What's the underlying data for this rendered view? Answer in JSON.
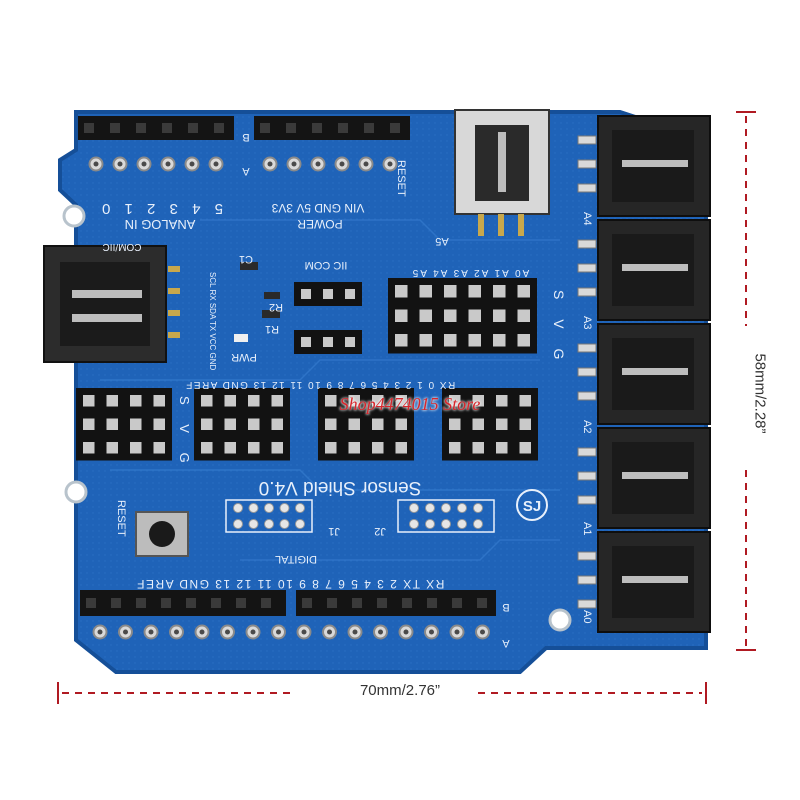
{
  "product": {
    "board_title": "Sensor Shield V4.0",
    "logo_text": "SJ"
  },
  "board_labels": {
    "analog_in": "ANALOG IN",
    "analog_nums": "5 4 3 2 1 0",
    "power": "POWER",
    "power_pins": "VIN GND 5V 3V3",
    "reset_top": "RESET",
    "com_iic": "COM/IIC",
    "iic_com": "IIC COM",
    "iic_pins": "SCL RX SDA TX VCC GND",
    "c1": "C1",
    "r1": "R1",
    "r2": "R2",
    "pwr": "PWR",
    "analog_row": "A0 A1 A2 A3 A4 A5",
    "svg_letters": "S V G",
    "digital_row": "RX 0 1 2 3 4 5 6 7 8 9 10 11 12 13 GND AREF",
    "reset_btn": "RESET",
    "j1": "J1",
    "j2": "J2",
    "digital": "DIGITAL",
    "bottom_pins": "RX TX 2 3 4 5 6 7 8 9 10 11 12 13 GND AREF",
    "a5": "A5",
    "a4": "A4",
    "a3": "A3",
    "a2": "A2",
    "a1": "A1",
    "a0": "A0",
    "pin_a": "A",
    "pin_b": "B"
  },
  "dimensions": {
    "width_label": "70mm/2.76”",
    "height_label": "58mm/2.28”"
  },
  "watermark": "Shop4474015 Store",
  "colors": {
    "pcb_blue": "#1f63b8",
    "pcb_edge": "#154f98",
    "header_black": "#141414",
    "silkscreen": "#e8f0fb",
    "dimension_line": "#b01a22",
    "watermark_red": "#d7262c"
  }
}
